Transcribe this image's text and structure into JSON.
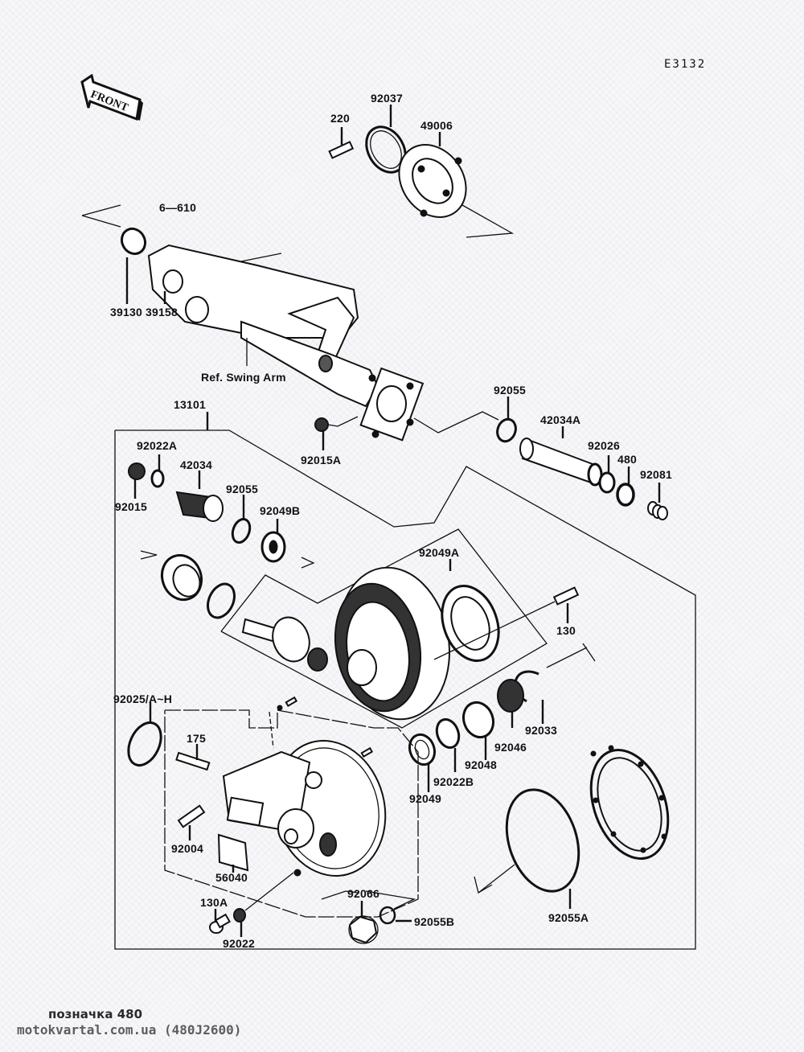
{
  "diagram": {
    "code": "E3132",
    "front_badge": "FRONT",
    "labels": {
      "p220": "220",
      "p92037": "92037",
      "p49006": "49006",
      "p6_610": "6—610",
      "p39130": "39130",
      "p39158": "39158",
      "ref_swing_arm": "Ref. Swing Arm",
      "p13101": "13101",
      "p92015A": "92015A",
      "p92055_top": "92055",
      "p42034A": "42034A",
      "p92026": "92026",
      "p480": "480",
      "p92081": "92081",
      "p92022A": "92022A",
      "p42034": "42034",
      "p92015": "92015",
      "p92055_mid": "92055",
      "p92049B": "92049B",
      "p92049A": "92049A",
      "p130": "130",
      "p92033": "92033",
      "p92046": "92046",
      "p92048": "92048",
      "p92022B": "92022B",
      "p92049": "92049",
      "p92025": "92025/A~H",
      "p175": "175",
      "p92004": "92004",
      "p56040": "56040",
      "p130A": "130A",
      "p92022": "92022",
      "p92066": "92066",
      "p92055B": "92055B",
      "p92055A": "92055A"
    }
  },
  "footer": {
    "caption": "позначка 480",
    "source": "motokvartal.com.ua (480J2600)"
  }
}
